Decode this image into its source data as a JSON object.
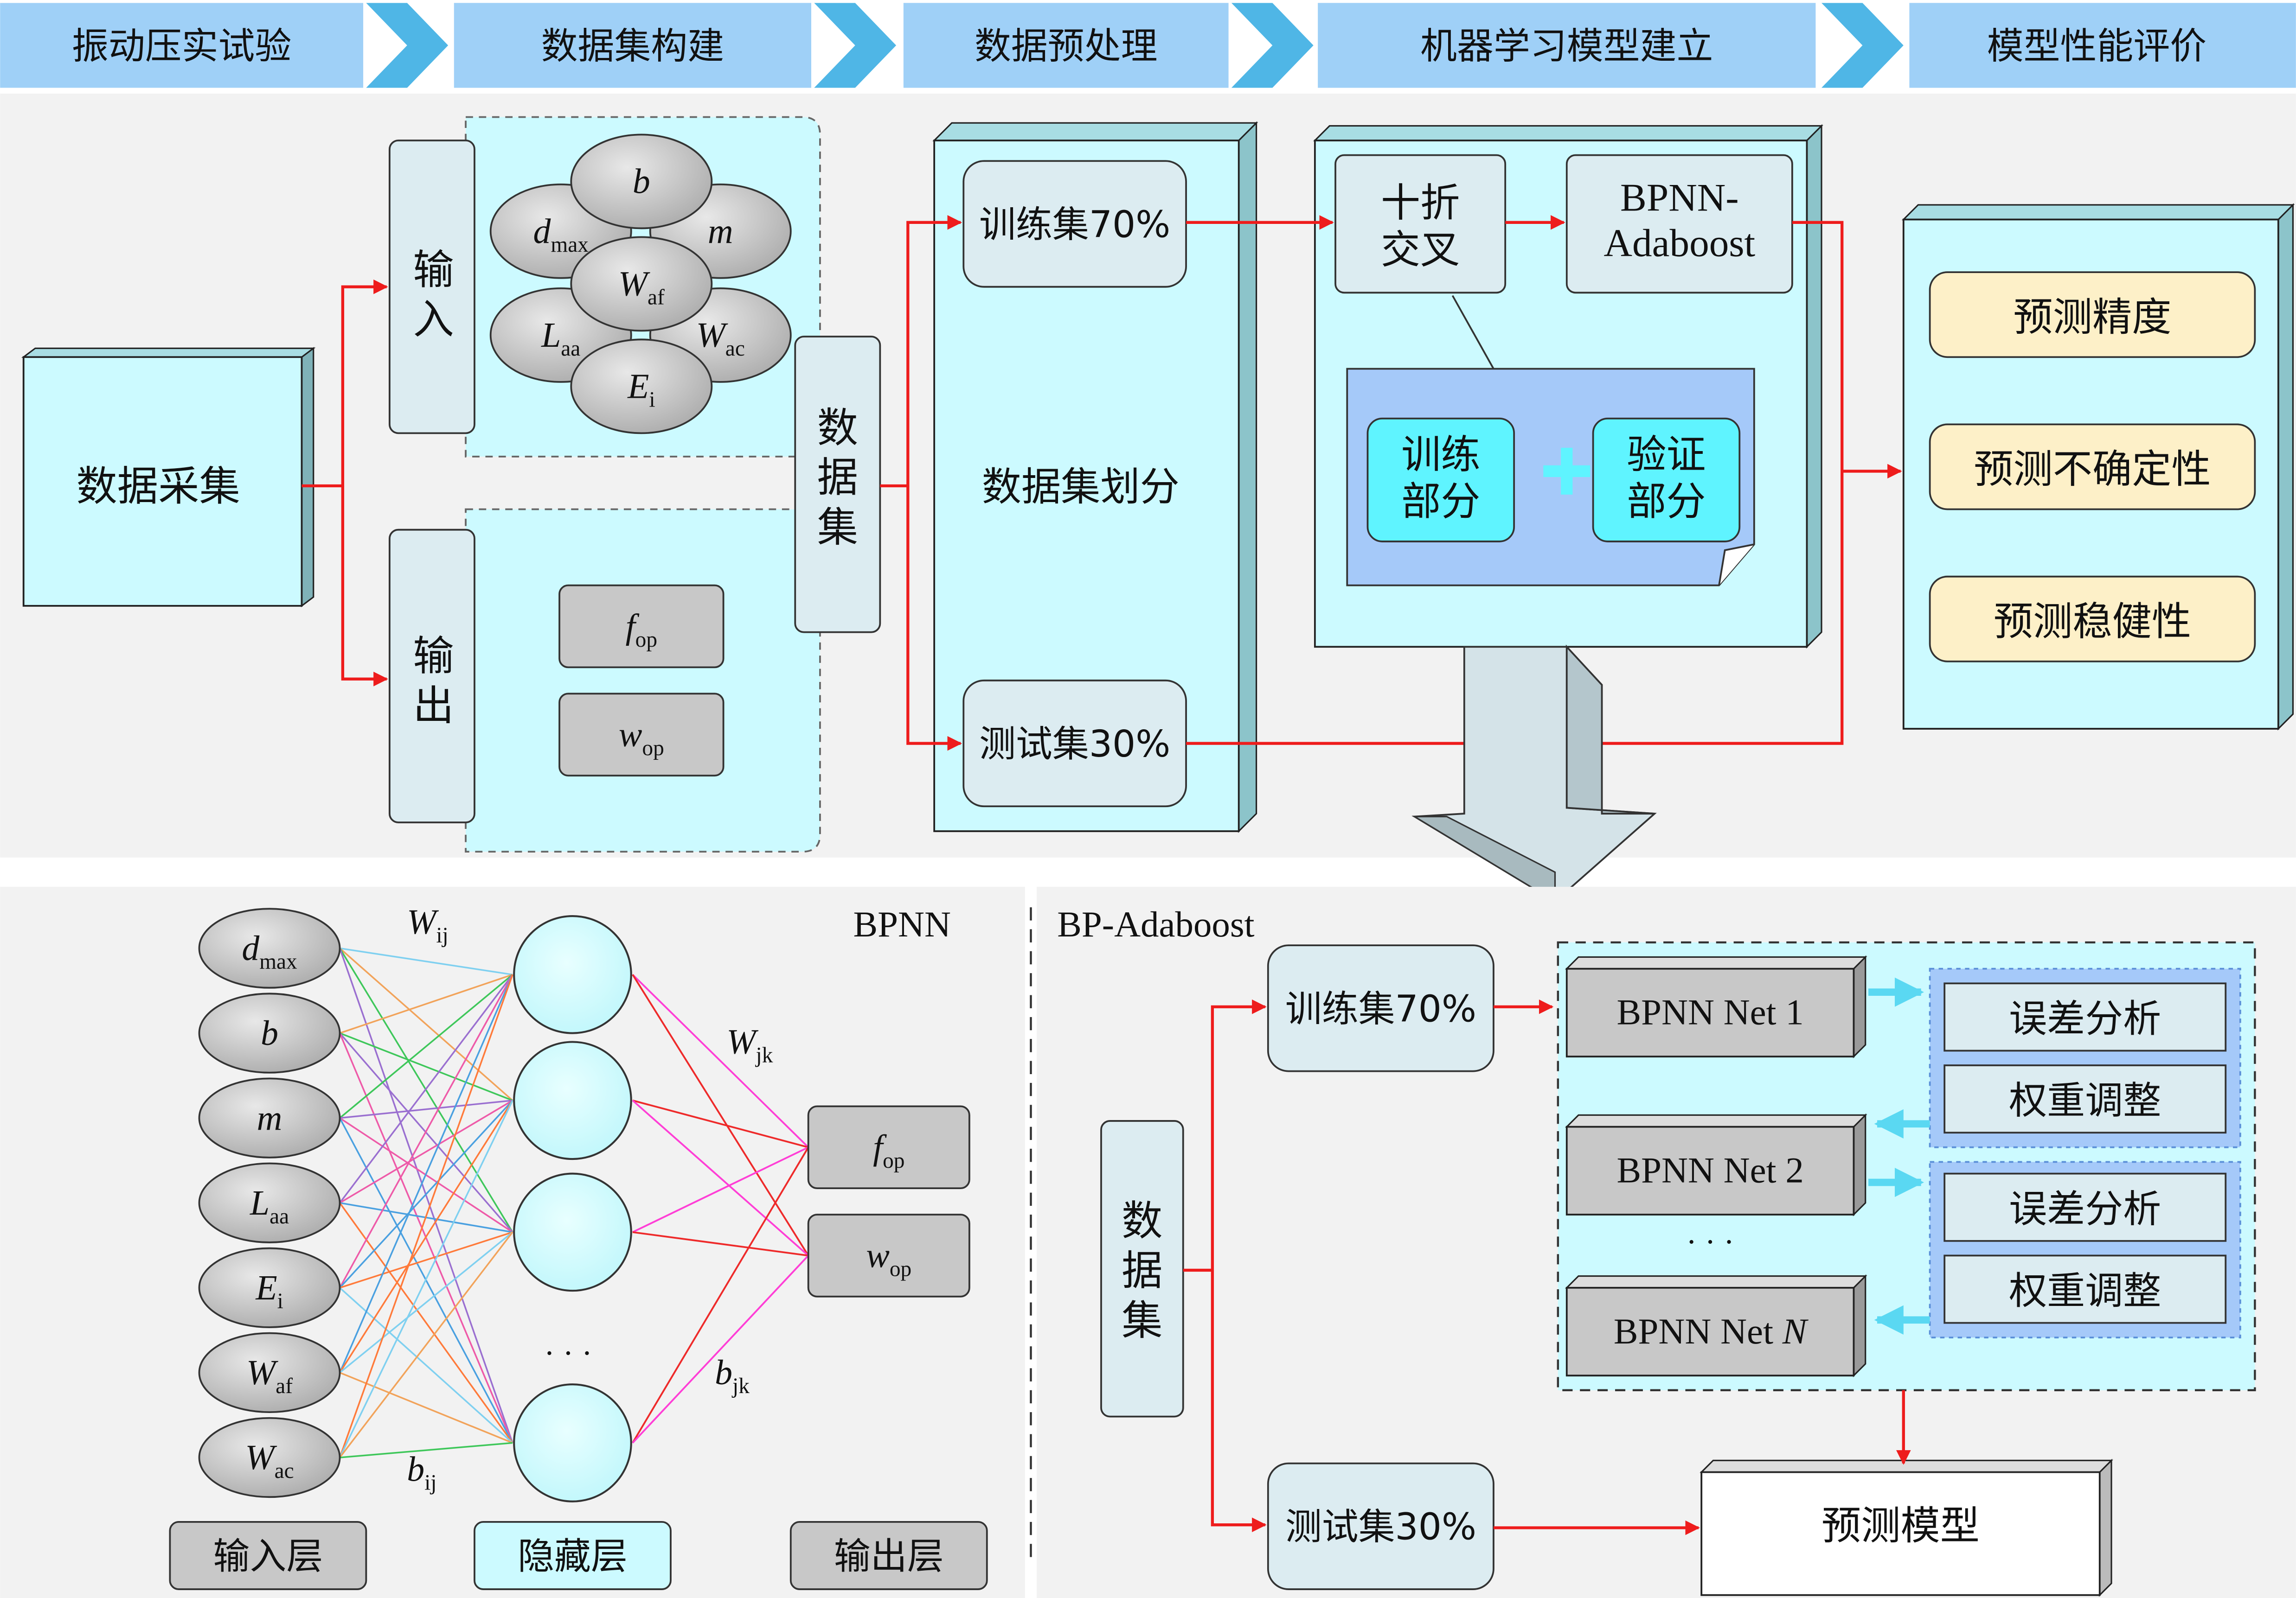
{
  "stages": [
    "振动压实试验",
    "数据集构建",
    "数据预处理",
    "机器学习模型建立",
    "模型性能评价"
  ],
  "colors": {
    "header_bg": "#9fd0f7",
    "chevron": "#4fb6e6",
    "panel_bg": "#f2f2f2",
    "box_cyan": "#ccfaff",
    "box_light": "#dcecf1",
    "ellipse": "#c4c4c4",
    "gray_box": "#c8c8c8",
    "arrow_red": "#ee1c1c",
    "arrow_cyan": "#5ad8f2",
    "yellow": "#fdf0c8",
    "blue_panel": "#a5c9f9",
    "cyan_bright": "#5ff4ff"
  },
  "top": {
    "data_collection": "数据采集",
    "input_label": "输入",
    "output_label": "输出",
    "dataset_label": "数据集",
    "inputs": [
      {
        "name": "b",
        "sub": ""
      },
      {
        "name": "d",
        "sub": "max"
      },
      {
        "name": "m",
        "sub": ""
      },
      {
        "name": "W",
        "sub": "af"
      },
      {
        "name": "L",
        "sub": "aa"
      },
      {
        "name": "W",
        "sub": "ac"
      },
      {
        "name": "E",
        "sub": "i"
      }
    ],
    "outputs": [
      {
        "name": "f",
        "sub": "op"
      },
      {
        "name": "w",
        "sub": "op"
      }
    ],
    "split_title": "数据集划分",
    "train_set": "训练集70%",
    "test_set": "测试集30%",
    "cv": [
      "十折",
      "交叉"
    ],
    "model": [
      "BPNN-",
      "Adaboost"
    ],
    "train_part": [
      "训练",
      "部分"
    ],
    "verify_part": [
      "验证",
      "部分"
    ],
    "metrics": [
      "预测精度",
      "预测不确定性",
      "预测稳健性"
    ]
  },
  "bpnn": {
    "title": "BPNN",
    "inputs": [
      {
        "name": "d",
        "sub": "max"
      },
      {
        "name": "b",
        "sub": ""
      },
      {
        "name": "m",
        "sub": ""
      },
      {
        "name": "L",
        "sub": "aa"
      },
      {
        "name": "E",
        "sub": "i"
      },
      {
        "name": "W",
        "sub": "af"
      },
      {
        "name": "W",
        "sub": "ac"
      }
    ],
    "outputs": [
      {
        "name": "f",
        "sub": "op"
      },
      {
        "name": "w",
        "sub": "op"
      }
    ],
    "w_ij": {
      "name": "W",
      "sub": "ij"
    },
    "w_jk": {
      "name": "W",
      "sub": "jk"
    },
    "b_ij": {
      "name": "b",
      "sub": "ij"
    },
    "b_jk": {
      "name": "b",
      "sub": "jk"
    },
    "ellipsis": "· · ·",
    "layers": [
      "输入层",
      "隐藏层",
      "输出层"
    ]
  },
  "adaboost": {
    "title": "BP-Adaboost",
    "dataset": "数据集",
    "train_set": "训练集70%",
    "test_set": "测试集30%",
    "nets": [
      "BPNN Net 1",
      "BPNN Net 2",
      "BPNN Net "
    ],
    "net_n": "N",
    "net_dots": "· · ·",
    "error_analysis": "误差分析",
    "weight_adjust": "权重调整",
    "prediction_model": "预测模型"
  }
}
